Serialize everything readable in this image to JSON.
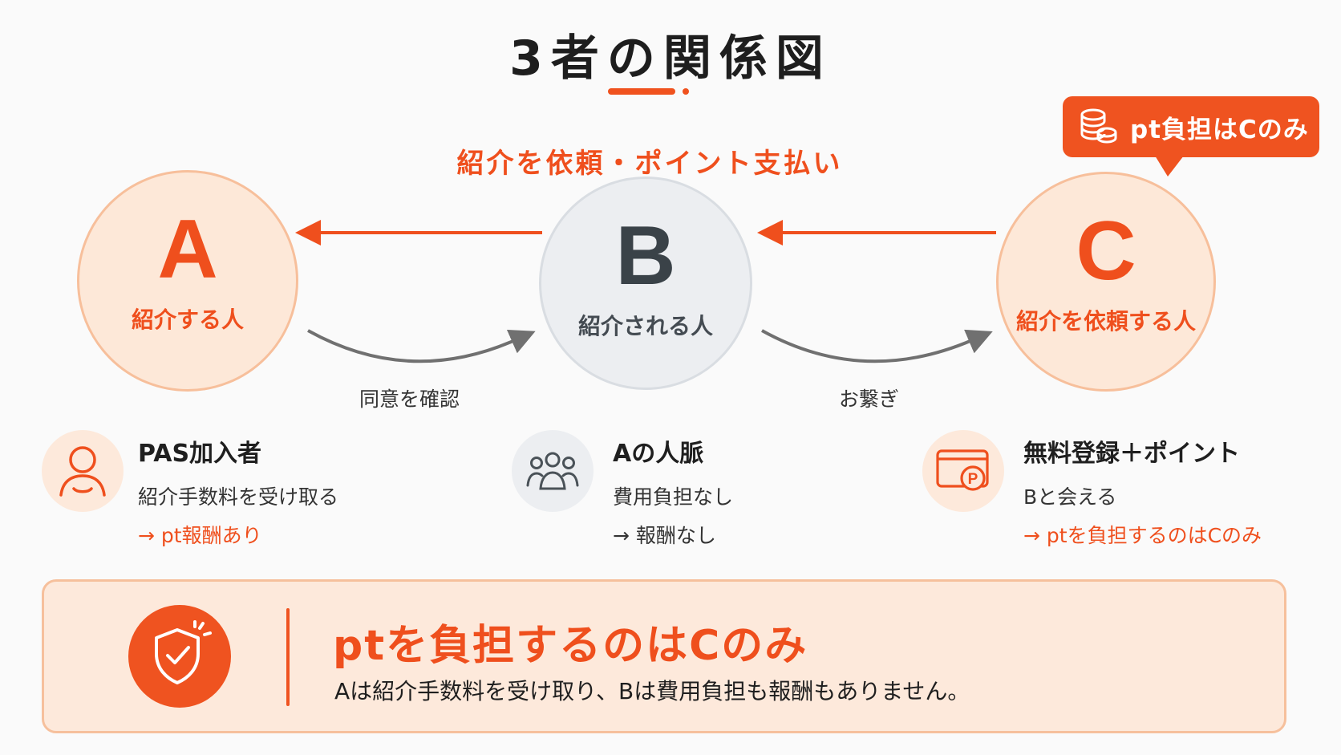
{
  "title": "3者の関係図",
  "top_caption": "紹介を依頼・ポイント支払い",
  "callout": {
    "text": "pt負担はCのみ",
    "icon": "coins-icon"
  },
  "nodes": {
    "a": {
      "letter": "A",
      "label": "紹介する人"
    },
    "b": {
      "letter": "B",
      "label": "紹介される人"
    },
    "c": {
      "letter": "C",
      "label": "紹介を依頼する人"
    }
  },
  "edges": {
    "a_to_b": "同意を確認",
    "b_to_c": "お繋ぎ"
  },
  "info": {
    "a": {
      "icon": "person-icon",
      "title": "PAS加入者",
      "desc": "紹介手数料を受け取る",
      "result": "→ pt報酬あり"
    },
    "b": {
      "icon": "people-icon",
      "title": "Aの人脈",
      "desc": "費用負担なし",
      "result": "→ 報酬なし"
    },
    "c": {
      "icon": "point-card-icon",
      "title": "無料登録＋ポイント",
      "desc": "Bと会える",
      "result": "→ ptを負担するのはCのみ"
    }
  },
  "summary": {
    "icon": "shield-check-icon",
    "title": "ptを負担するのはCのみ",
    "desc": "Aは紹介手数料を受け取り、Bは費用負担も報酬もありません。"
  },
  "colors": {
    "accent": "#ef4f1d",
    "node_orange_fill": "#fde8d8",
    "node_gray_fill": "#eceef1",
    "arrow_gray": "#707070"
  }
}
